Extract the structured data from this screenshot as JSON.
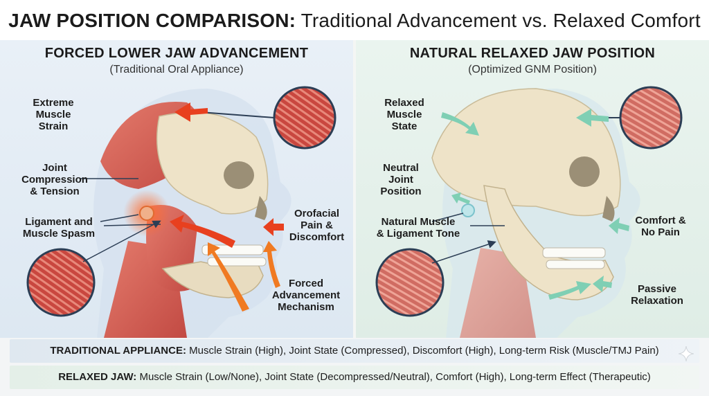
{
  "title": {
    "bold": "JAW POSITION COMPARISON:",
    "rest": "Traditional Advancement vs. Relaxed Comfort"
  },
  "left_panel": {
    "heading": "FORCED LOWER JAW ADVANCEMENT",
    "subheading": "(Traditional Oral Appliance)",
    "labels": {
      "muscle_strain": "Extreme\nMuscle\nStrain",
      "joint": "Joint\nCompression\n& Tension",
      "ligament": "Ligament and\nMuscle Spasm",
      "pain": "Orofacial\nPain &\nDiscomfort",
      "mechanism": "Forced\nAdvancement\nMechanism"
    }
  },
  "right_panel": {
    "heading": "NATURAL RELAXED JAW POSITION",
    "subheading": "(Optimized GNM Position)",
    "labels": {
      "muscle_state": "Relaxed\nMuscle\nState",
      "joint": "Neutral\nJoint\nPosition",
      "tone": "Natural Muscle\n& Ligament Tone",
      "comfort": "Comfort &\nNo Pain",
      "relaxation": "Passive\nRelaxation"
    }
  },
  "summary": {
    "traditional_key": "TRADITIONAL APPLIANCE:",
    "traditional_text": "Muscle Strain (High), Joint State (Compressed), Discomfort (High), Long-term Risk (Muscle/TMJ Pain)",
    "relaxed_key": "RELAXED JAW:",
    "relaxed_text": "Muscle Strain (Low/None), Joint State (Decompressed/Neutral), Comfort (High), Long-term Effect (Therapeutic)"
  },
  "colors": {
    "strain_arrow": "#e8401f",
    "relax_arrow": "#7fcfb4",
    "muscle": "#d9605a",
    "bone": "#eee3c8",
    "skin": "#dbe6f2"
  }
}
